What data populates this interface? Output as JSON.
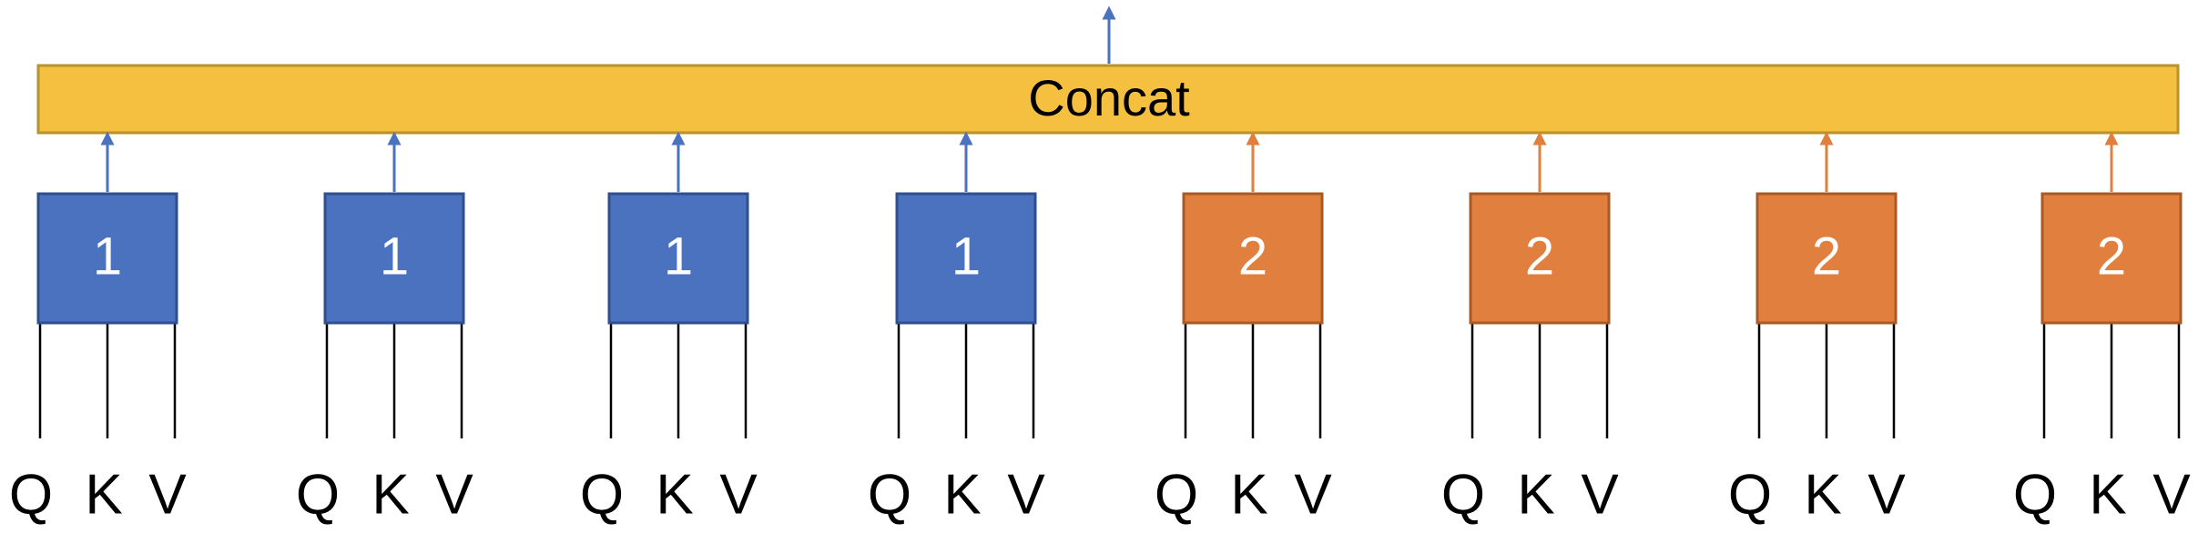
{
  "concat": {
    "label": "Concat"
  },
  "colors": {
    "concat_fill": "#F5BF40",
    "concat_stroke": "#B8922A",
    "blue_fill": "#4A72BE",
    "blue_stroke": "#2F4F8F",
    "orange_fill": "#E07F3E",
    "orange_stroke": "#A85A26",
    "blue_arrow": "#4A72BE",
    "orange_arrow": "#E07F3E",
    "line": "#000000",
    "text": "#000000",
    "box_text": "#ffffff"
  },
  "heads": [
    {
      "number": "1",
      "group": "blue",
      "inputs": [
        "Q",
        "K",
        "V"
      ]
    },
    {
      "number": "1",
      "group": "blue",
      "inputs": [
        "Q",
        "K",
        "V"
      ]
    },
    {
      "number": "1",
      "group": "blue",
      "inputs": [
        "Q",
        "K",
        "V"
      ]
    },
    {
      "number": "1",
      "group": "blue",
      "inputs": [
        "Q",
        "K",
        "V"
      ]
    },
    {
      "number": "2",
      "group": "orange",
      "inputs": [
        "Q",
        "K",
        "V"
      ]
    },
    {
      "number": "2",
      "group": "orange",
      "inputs": [
        "Q",
        "K",
        "V"
      ]
    },
    {
      "number": "2",
      "group": "orange",
      "inputs": [
        "Q",
        "K",
        "V"
      ]
    },
    {
      "number": "2",
      "group": "orange",
      "inputs": [
        "Q",
        "K",
        "V"
      ]
    }
  ]
}
